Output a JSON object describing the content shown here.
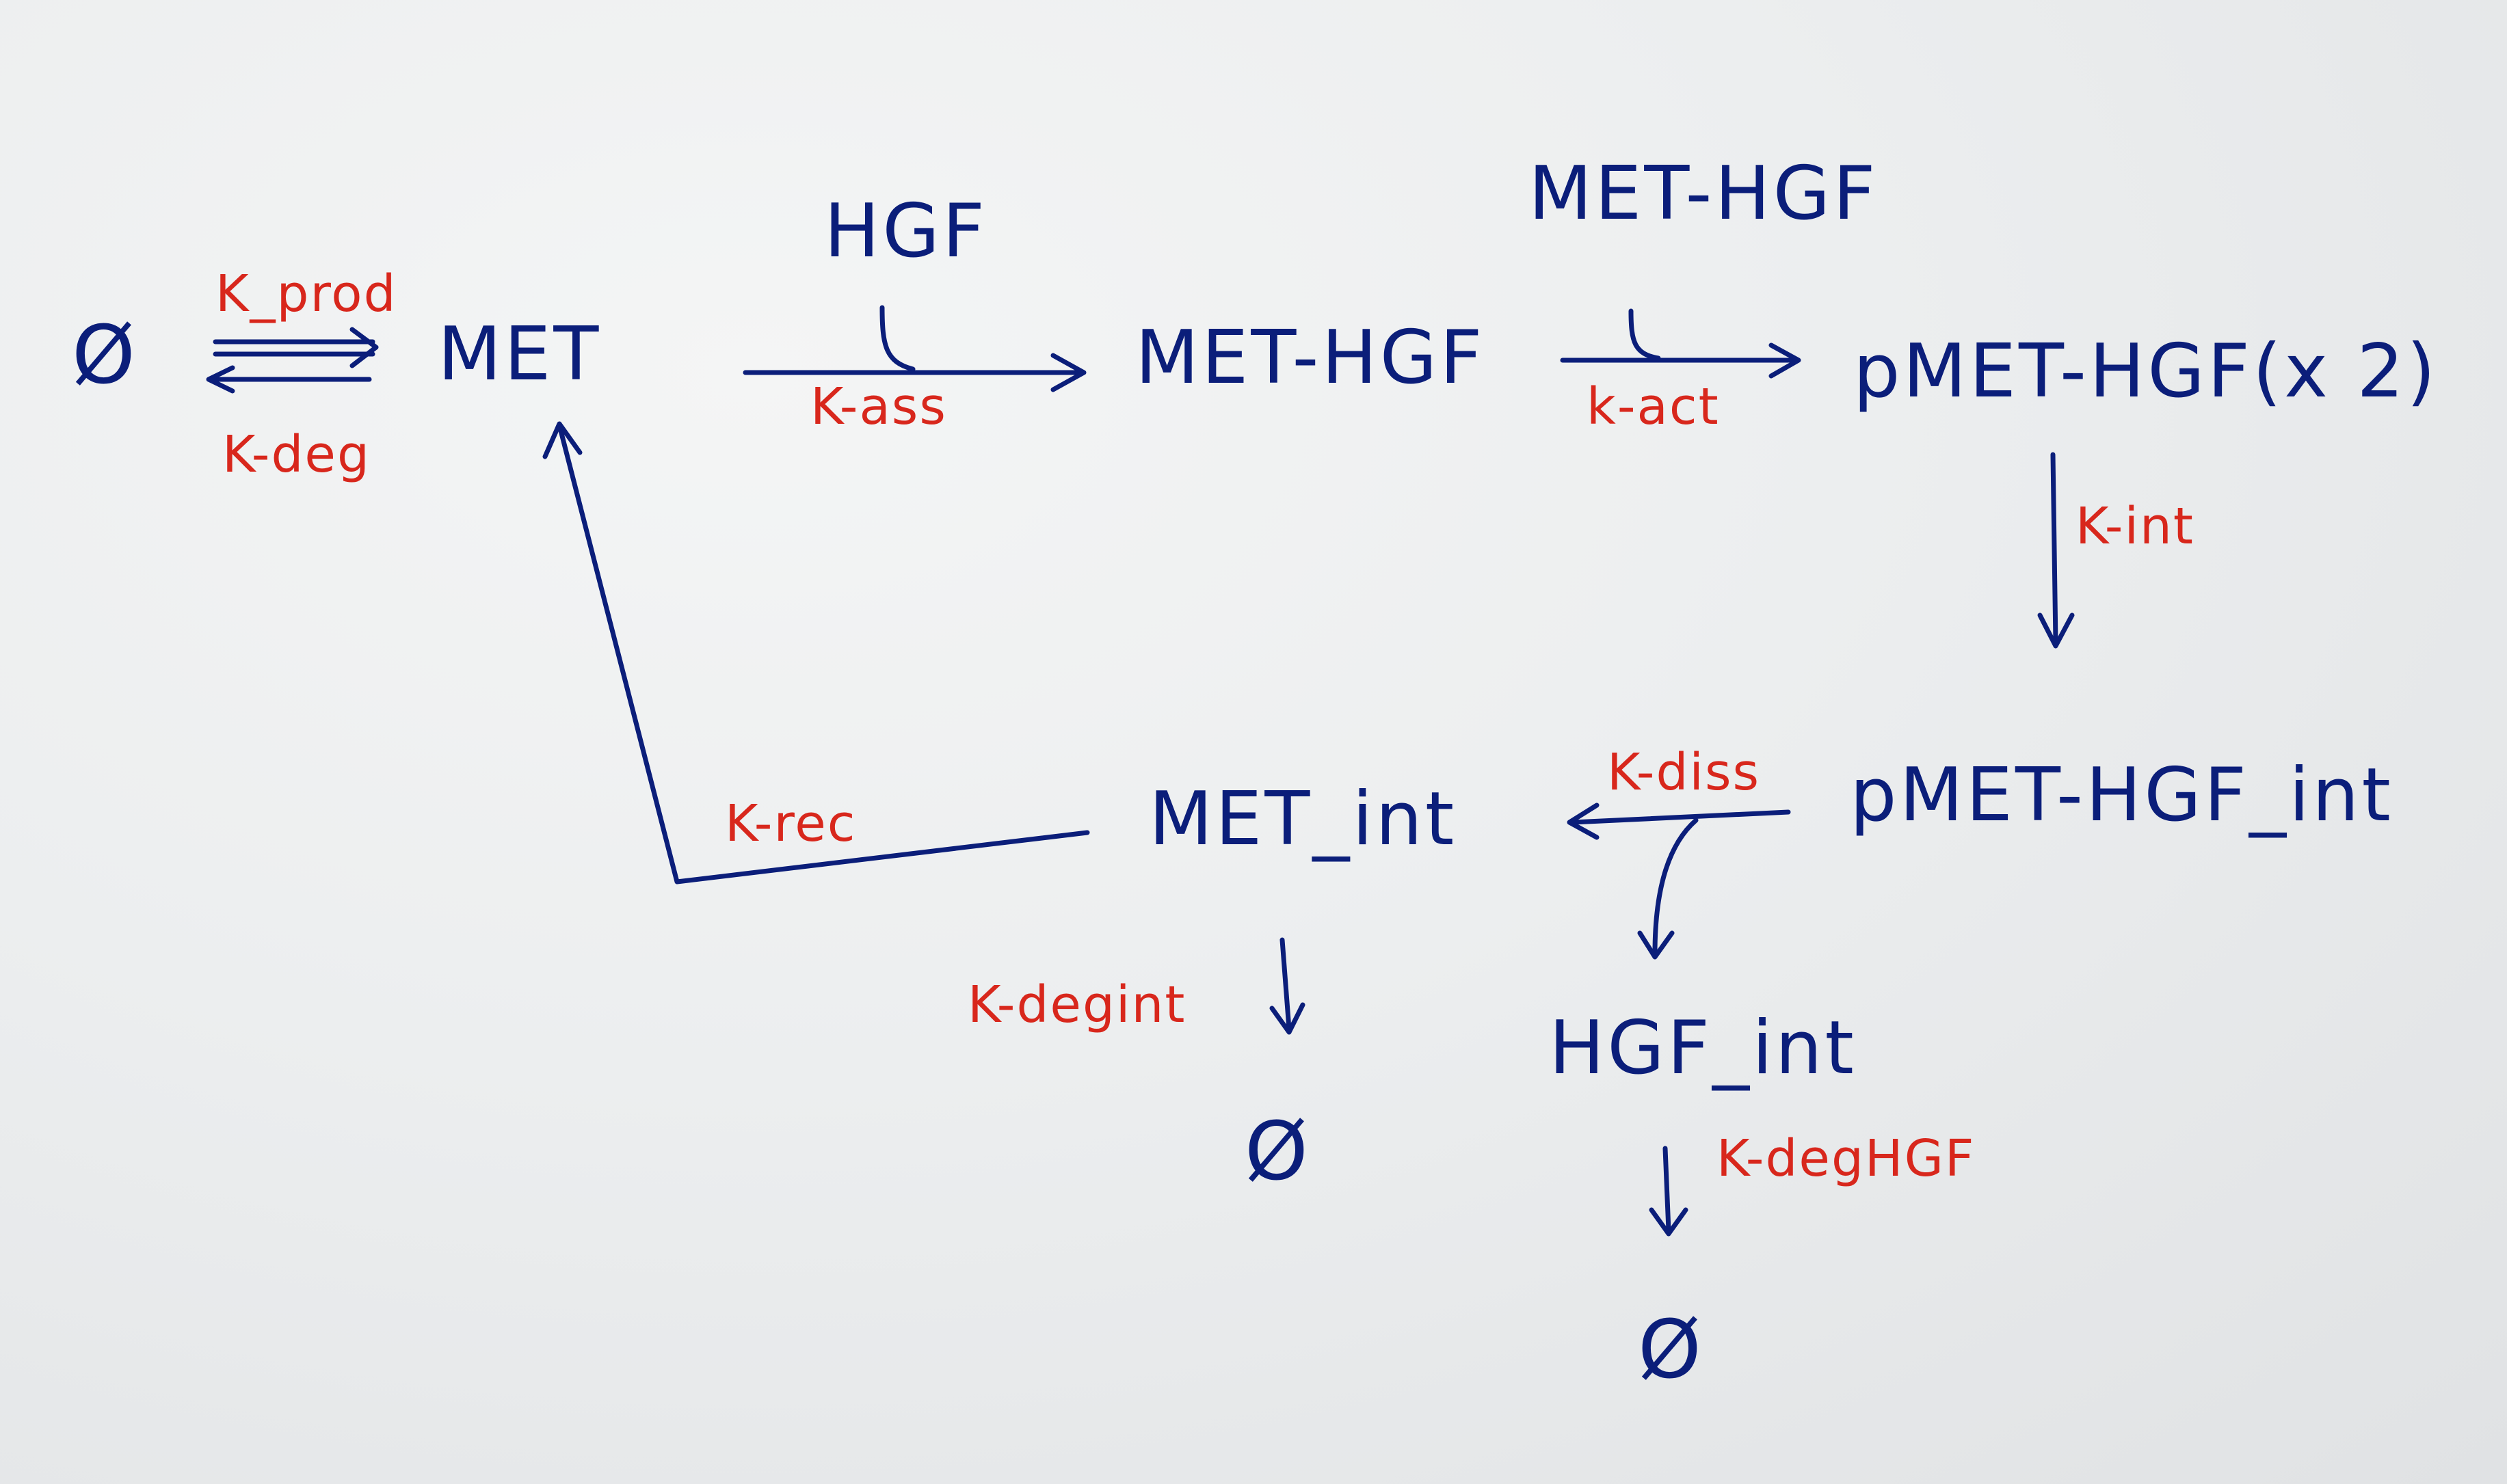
{
  "colors": {
    "paper": "#eceeef",
    "ink_species": "#0b1e7a",
    "ink_rates": "#d8271c"
  },
  "species": {
    "null_source": "Ø",
    "met": "MET",
    "hgf": "HGF",
    "met_hgf": "MET-HGF",
    "met_hgf_modifier": "MET-HGF",
    "pmet_hgf": "pMET-HGF(x 2)",
    "pmet_hgf_int": "pMET-HGF_int",
    "met_int": "MET_int",
    "hgf_int": "HGF_int",
    "null_met_int": "Ø",
    "null_hgf_int": "Ø"
  },
  "rates": {
    "k_prod": "K_prod",
    "k_deg": "K-deg",
    "k_ass": "K-ass",
    "k_act": "k-act",
    "k_int": "K-int",
    "k_diss": "K-diss",
    "k_rec": "K-rec",
    "k_degint": "K-degint",
    "k_deghgf": "K-degHGF"
  }
}
